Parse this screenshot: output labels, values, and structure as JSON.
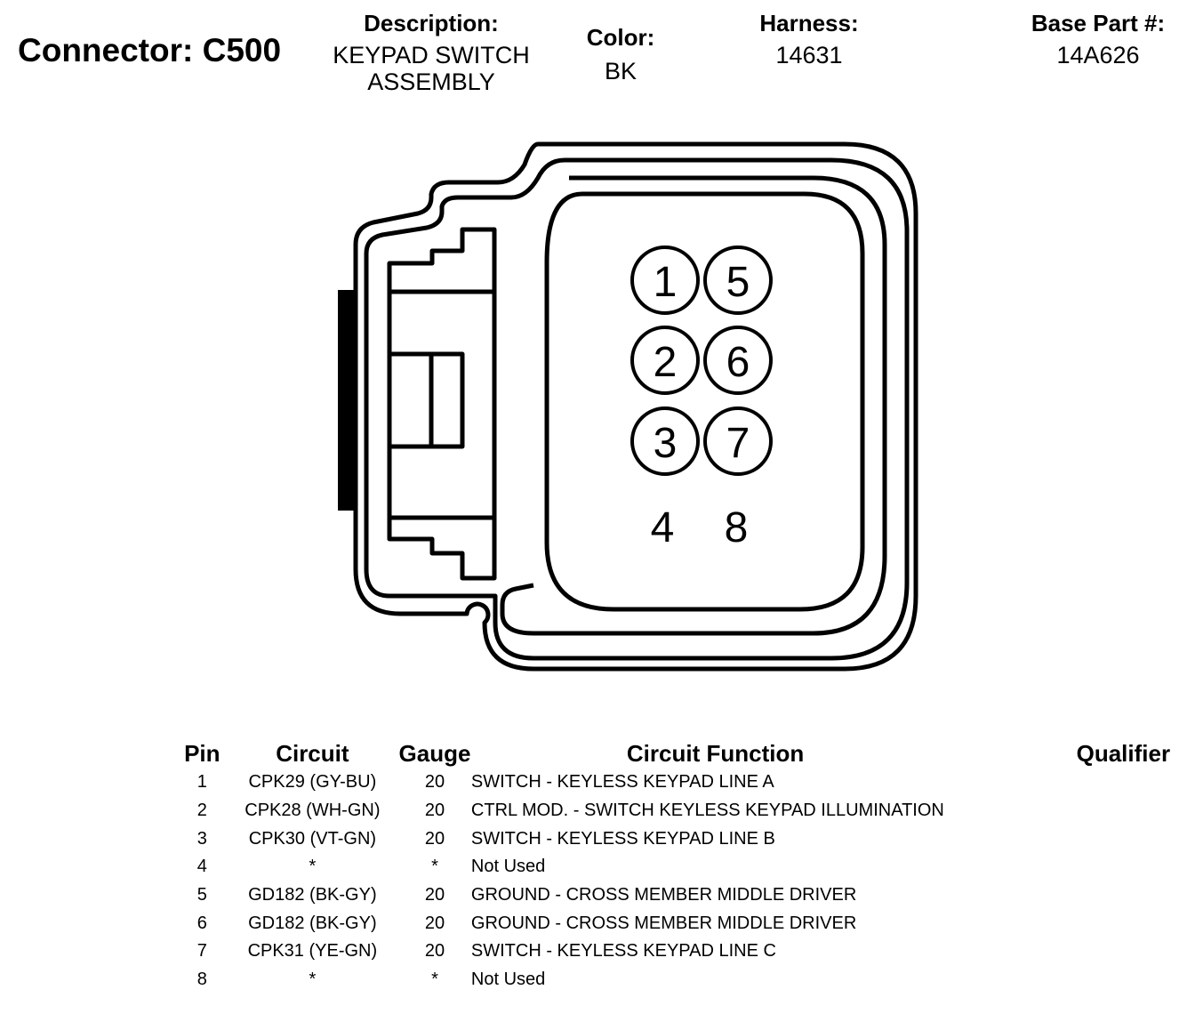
{
  "connector": {
    "label": "Connector:",
    "id": "C500"
  },
  "description": {
    "label": "Description:",
    "line1": "KEYPAD SWITCH",
    "line2": "ASSEMBLY"
  },
  "color": {
    "label": "Color:",
    "value": "BK"
  },
  "harness": {
    "label": "Harness:",
    "value": "14631"
  },
  "base_part": {
    "label": "Base Part #:",
    "value": "14A626"
  },
  "pin_labels": [
    "1",
    "5",
    "2",
    "6",
    "3",
    "7",
    "4",
    "8"
  ],
  "table": {
    "headers": {
      "pin": "Pin",
      "circuit": "Circuit",
      "gauge": "Gauge",
      "function": "Circuit Function",
      "qualifier": "Qualifier"
    },
    "rows": [
      {
        "pin": "1",
        "circuit": "CPK29 (GY-BU)",
        "gauge": "20",
        "function": "SWITCH - KEYLESS KEYPAD LINE A"
      },
      {
        "pin": "2",
        "circuit": "CPK28 (WH-GN)",
        "gauge": "20",
        "function": "CTRL MOD. - SWITCH KEYLESS KEYPAD ILLUMINATION"
      },
      {
        "pin": "3",
        "circuit": "CPK30 (VT-GN)",
        "gauge": "20",
        "function": "SWITCH - KEYLESS KEYPAD LINE B"
      },
      {
        "pin": "4",
        "circuit": "*",
        "gauge": "*",
        "function": "Not Used"
      },
      {
        "pin": "5",
        "circuit": "GD182 (BK-GY)",
        "gauge": "20",
        "function": "GROUND - CROSS MEMBER MIDDLE DRIVER"
      },
      {
        "pin": "6",
        "circuit": "GD182 (BK-GY)",
        "gauge": "20",
        "function": "GROUND - CROSS MEMBER MIDDLE DRIVER"
      },
      {
        "pin": "7",
        "circuit": "CPK31 (YE-GN)",
        "gauge": "20",
        "function": "SWITCH - KEYLESS KEYPAD LINE C"
      },
      {
        "pin": "8",
        "circuit": "*",
        "gauge": "*",
        "function": "Not Used"
      }
    ]
  }
}
